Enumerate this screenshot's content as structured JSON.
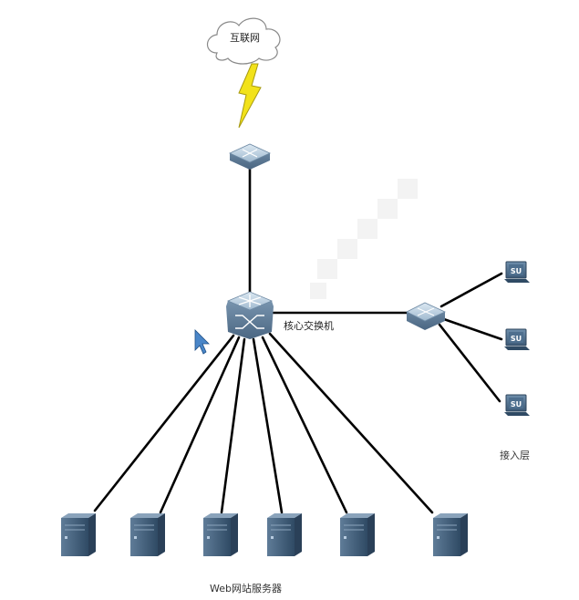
{
  "labels": {
    "cloud": "互联网",
    "core_switch": "核心交换机",
    "access_layer": "接入层",
    "servers": "Web网站服务器"
  },
  "icons": {
    "cloud": "cloud-icon",
    "lightning": "lightning-bolt-icon",
    "router": "router-icon",
    "core_switch": "core-switch-icon",
    "access_switch": "access-switch-icon",
    "terminal": "su-terminal-icon",
    "server": "server-tower-icon",
    "cursor": "mouse-cursor-icon"
  },
  "terminal_text": "SU",
  "server_count": 6,
  "terminal_count": 3,
  "colors": {
    "line": "#000000",
    "device_top": "#b9cfe0",
    "device_side": "#5a7896",
    "server_body": "#3e5974",
    "lightning": "#f2e21a",
    "cursor": "#4a86c8"
  }
}
